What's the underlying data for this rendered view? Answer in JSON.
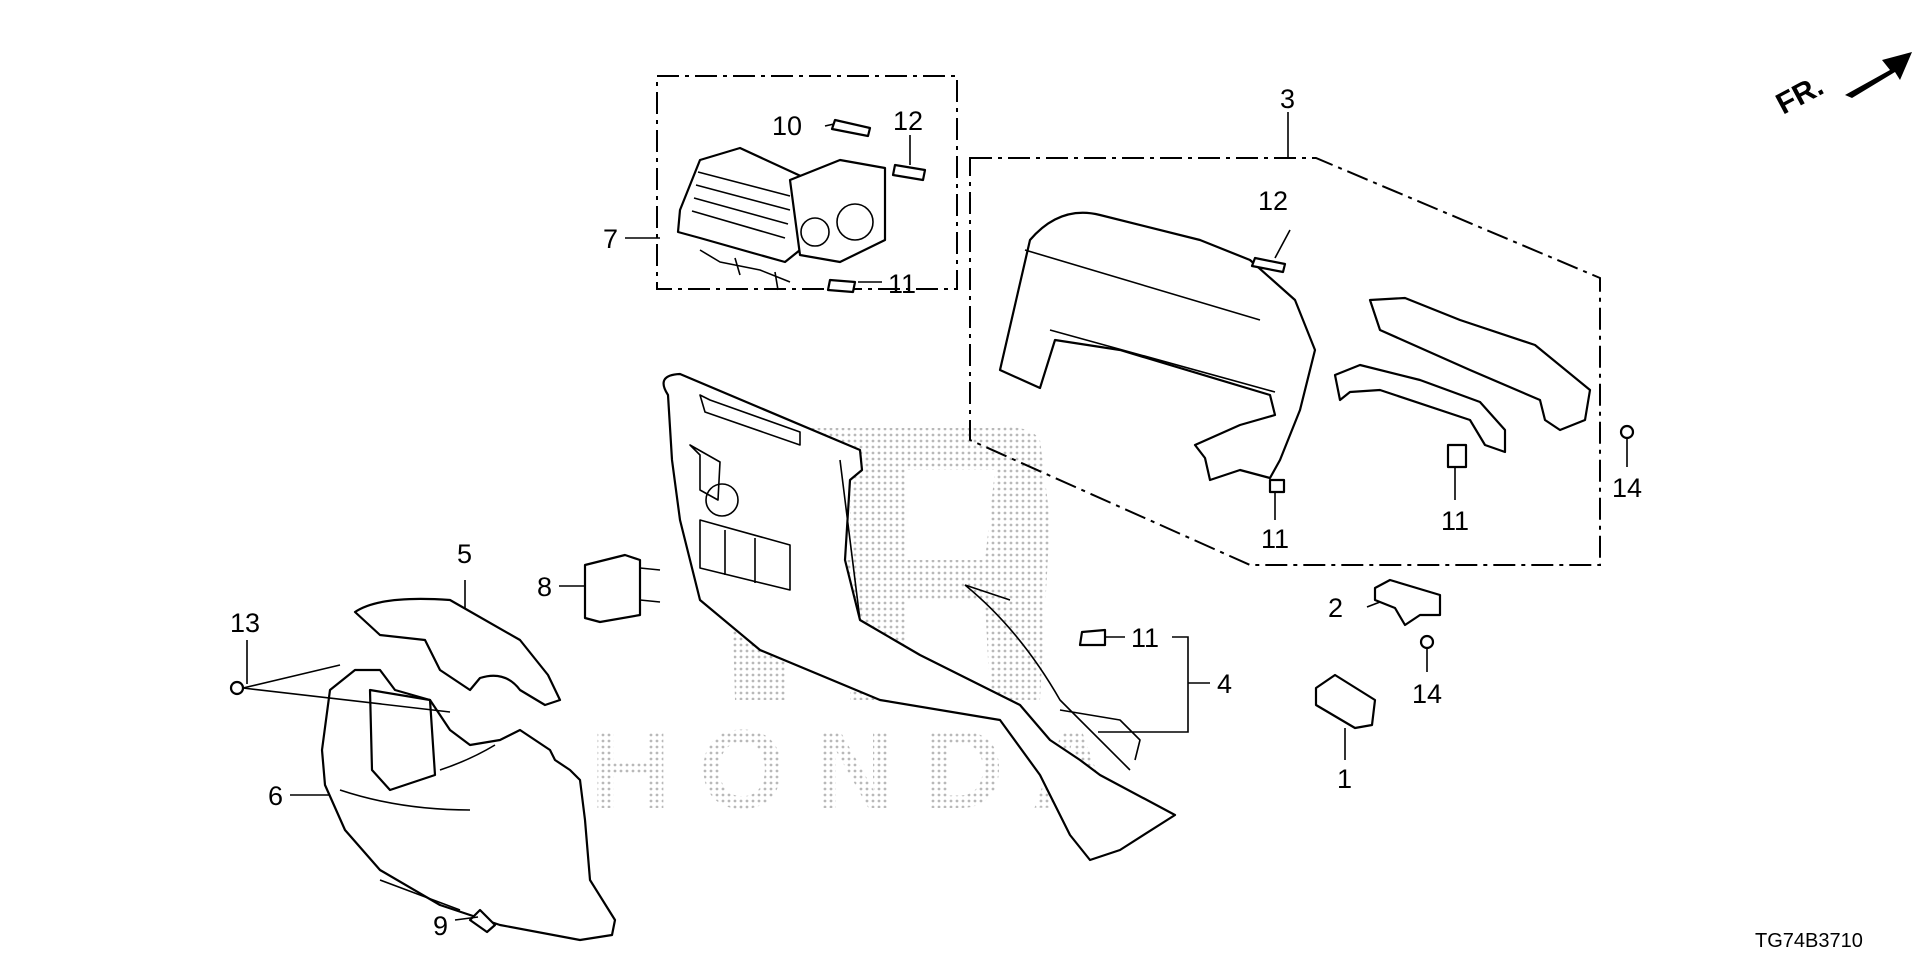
{
  "callouts": {
    "c1": "1",
    "c2": "2",
    "c3": "3",
    "c4": "4",
    "c5": "5",
    "c6": "6",
    "c7": "7",
    "c8": "8",
    "c9": "9",
    "c10": "10",
    "c11_a": "11",
    "c11_b": "11",
    "c11_c": "11",
    "c11_d": "11",
    "c12_a": "12",
    "c12_b": "12",
    "c13": "13",
    "c14_a": "14",
    "c14_b": "14"
  },
  "front_indicator": {
    "label": "FR.",
    "icon": "front-arrow-icon"
  },
  "watermark": {
    "text": "HONDA",
    "icon": "honda-h-logo-icon",
    "color": "#c8c8c8"
  },
  "diagram_code": "TG74B3710"
}
